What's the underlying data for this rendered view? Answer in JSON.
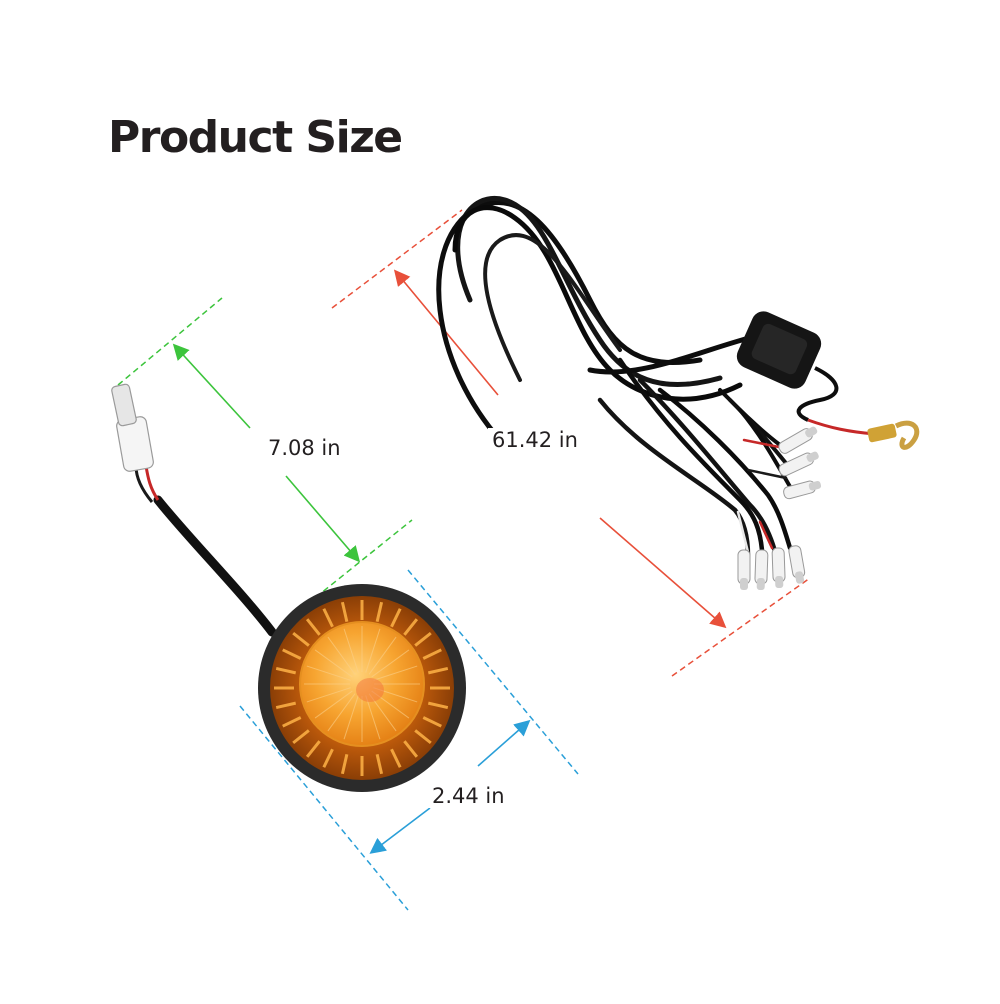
{
  "title": "Product Size",
  "dimensions": {
    "lamp_cable_length": "7.08 in",
    "harness_length": "61.42 in",
    "lamp_diameter": "2.44 in"
  },
  "colors": {
    "green_dimension": "#3cc43c",
    "red_dimension": "#e8503a",
    "blue_dimension": "#2a9fd8",
    "lens_amber": "#f5a623",
    "lens_orange": "#e07b10",
    "cable_black": "#111111",
    "title_text": "#231f20"
  }
}
